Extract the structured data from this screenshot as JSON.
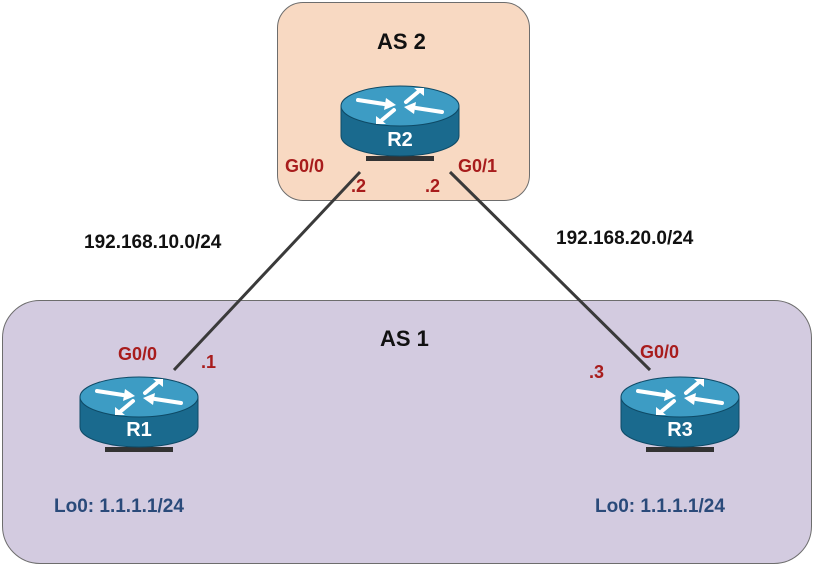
{
  "autonomous_systems": {
    "as2": {
      "label": "AS 2",
      "fill": "#f8d9c2"
    },
    "as1": {
      "label": "AS 1",
      "fill": "#d3cbe0"
    }
  },
  "routers": {
    "r2": {
      "name": "R2",
      "icon": "router-icon"
    },
    "r1": {
      "name": "R1",
      "icon": "router-icon"
    },
    "r3": {
      "name": "R3",
      "icon": "router-icon"
    }
  },
  "links": {
    "r1_r2": {
      "network": "192.168.10.0/24",
      "r2_interface": "G0/0",
      "r2_host": ".2",
      "r1_interface": "G0/0",
      "r1_host": ".1"
    },
    "r2_r3": {
      "network": "192.168.20.0/24",
      "r2_interface": "G0/1",
      "r2_host": ".2",
      "r3_interface": "G0/0",
      "r3_host": ".3"
    }
  },
  "loopbacks": {
    "r1": "Lo0: 1.1.1.1/24",
    "r3": "Lo0: 1.1.1.1/24"
  },
  "colors": {
    "router_body": "#1c6f93",
    "router_top": "#3d9cc4",
    "interface_text": "#a81c1c",
    "loopback_text": "#2a4a7a"
  }
}
